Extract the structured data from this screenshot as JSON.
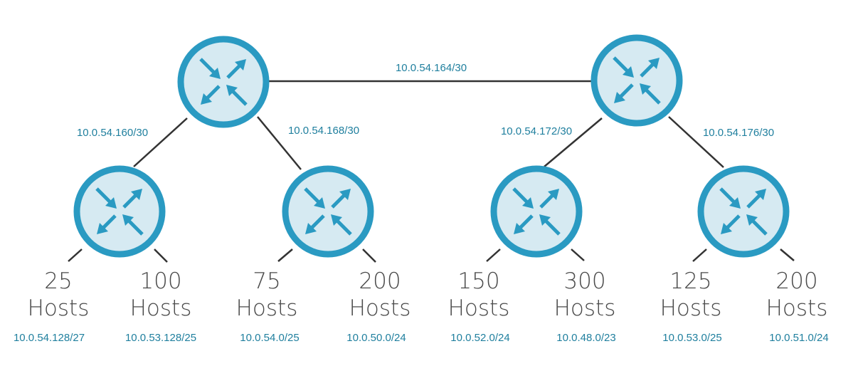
{
  "colors": {
    "router_fill": "#d6eaf2",
    "router_stroke": "#2a9ac2",
    "label": "#1f7f9e",
    "hosts_text": "#4a4a4a",
    "wire": "#333333"
  },
  "routers": [
    {
      "id": "core-left",
      "icon": "router-icon"
    },
    {
      "id": "core-right",
      "icon": "router-icon"
    },
    {
      "id": "edge-1",
      "icon": "router-icon"
    },
    {
      "id": "edge-2",
      "icon": "router-icon"
    },
    {
      "id": "edge-3",
      "icon": "router-icon"
    },
    {
      "id": "edge-4",
      "icon": "router-icon"
    }
  ],
  "links": {
    "core": "10.0.54.164/30",
    "core_left_to_edge1": "10.0.54.160/30",
    "core_left_to_edge2": "10.0.54.168/30",
    "core_right_to_edge3": "10.0.54.172/30",
    "core_right_to_edge4": "10.0.54.176/30"
  },
  "lans": [
    {
      "count": "25",
      "unit": "Hosts",
      "subnet": "10.0.54.128/27"
    },
    {
      "count": "100",
      "unit": "Hosts",
      "subnet": "10.0.53.128/25"
    },
    {
      "count": "75",
      "unit": "Hosts",
      "subnet": "10.0.54.0/25"
    },
    {
      "count": "200",
      "unit": "Hosts",
      "subnet": "10.0.50.0/24"
    },
    {
      "count": "150",
      "unit": "Hosts",
      "subnet": "10.0.52.0/24"
    },
    {
      "count": "300",
      "unit": "Hosts",
      "subnet": "10.0.48.0/23"
    },
    {
      "count": "125",
      "unit": "Hosts",
      "subnet": "10.0.53.0/25"
    },
    {
      "count": "200",
      "unit": "Hosts",
      "subnet": "10.0.51.0/24"
    }
  ]
}
